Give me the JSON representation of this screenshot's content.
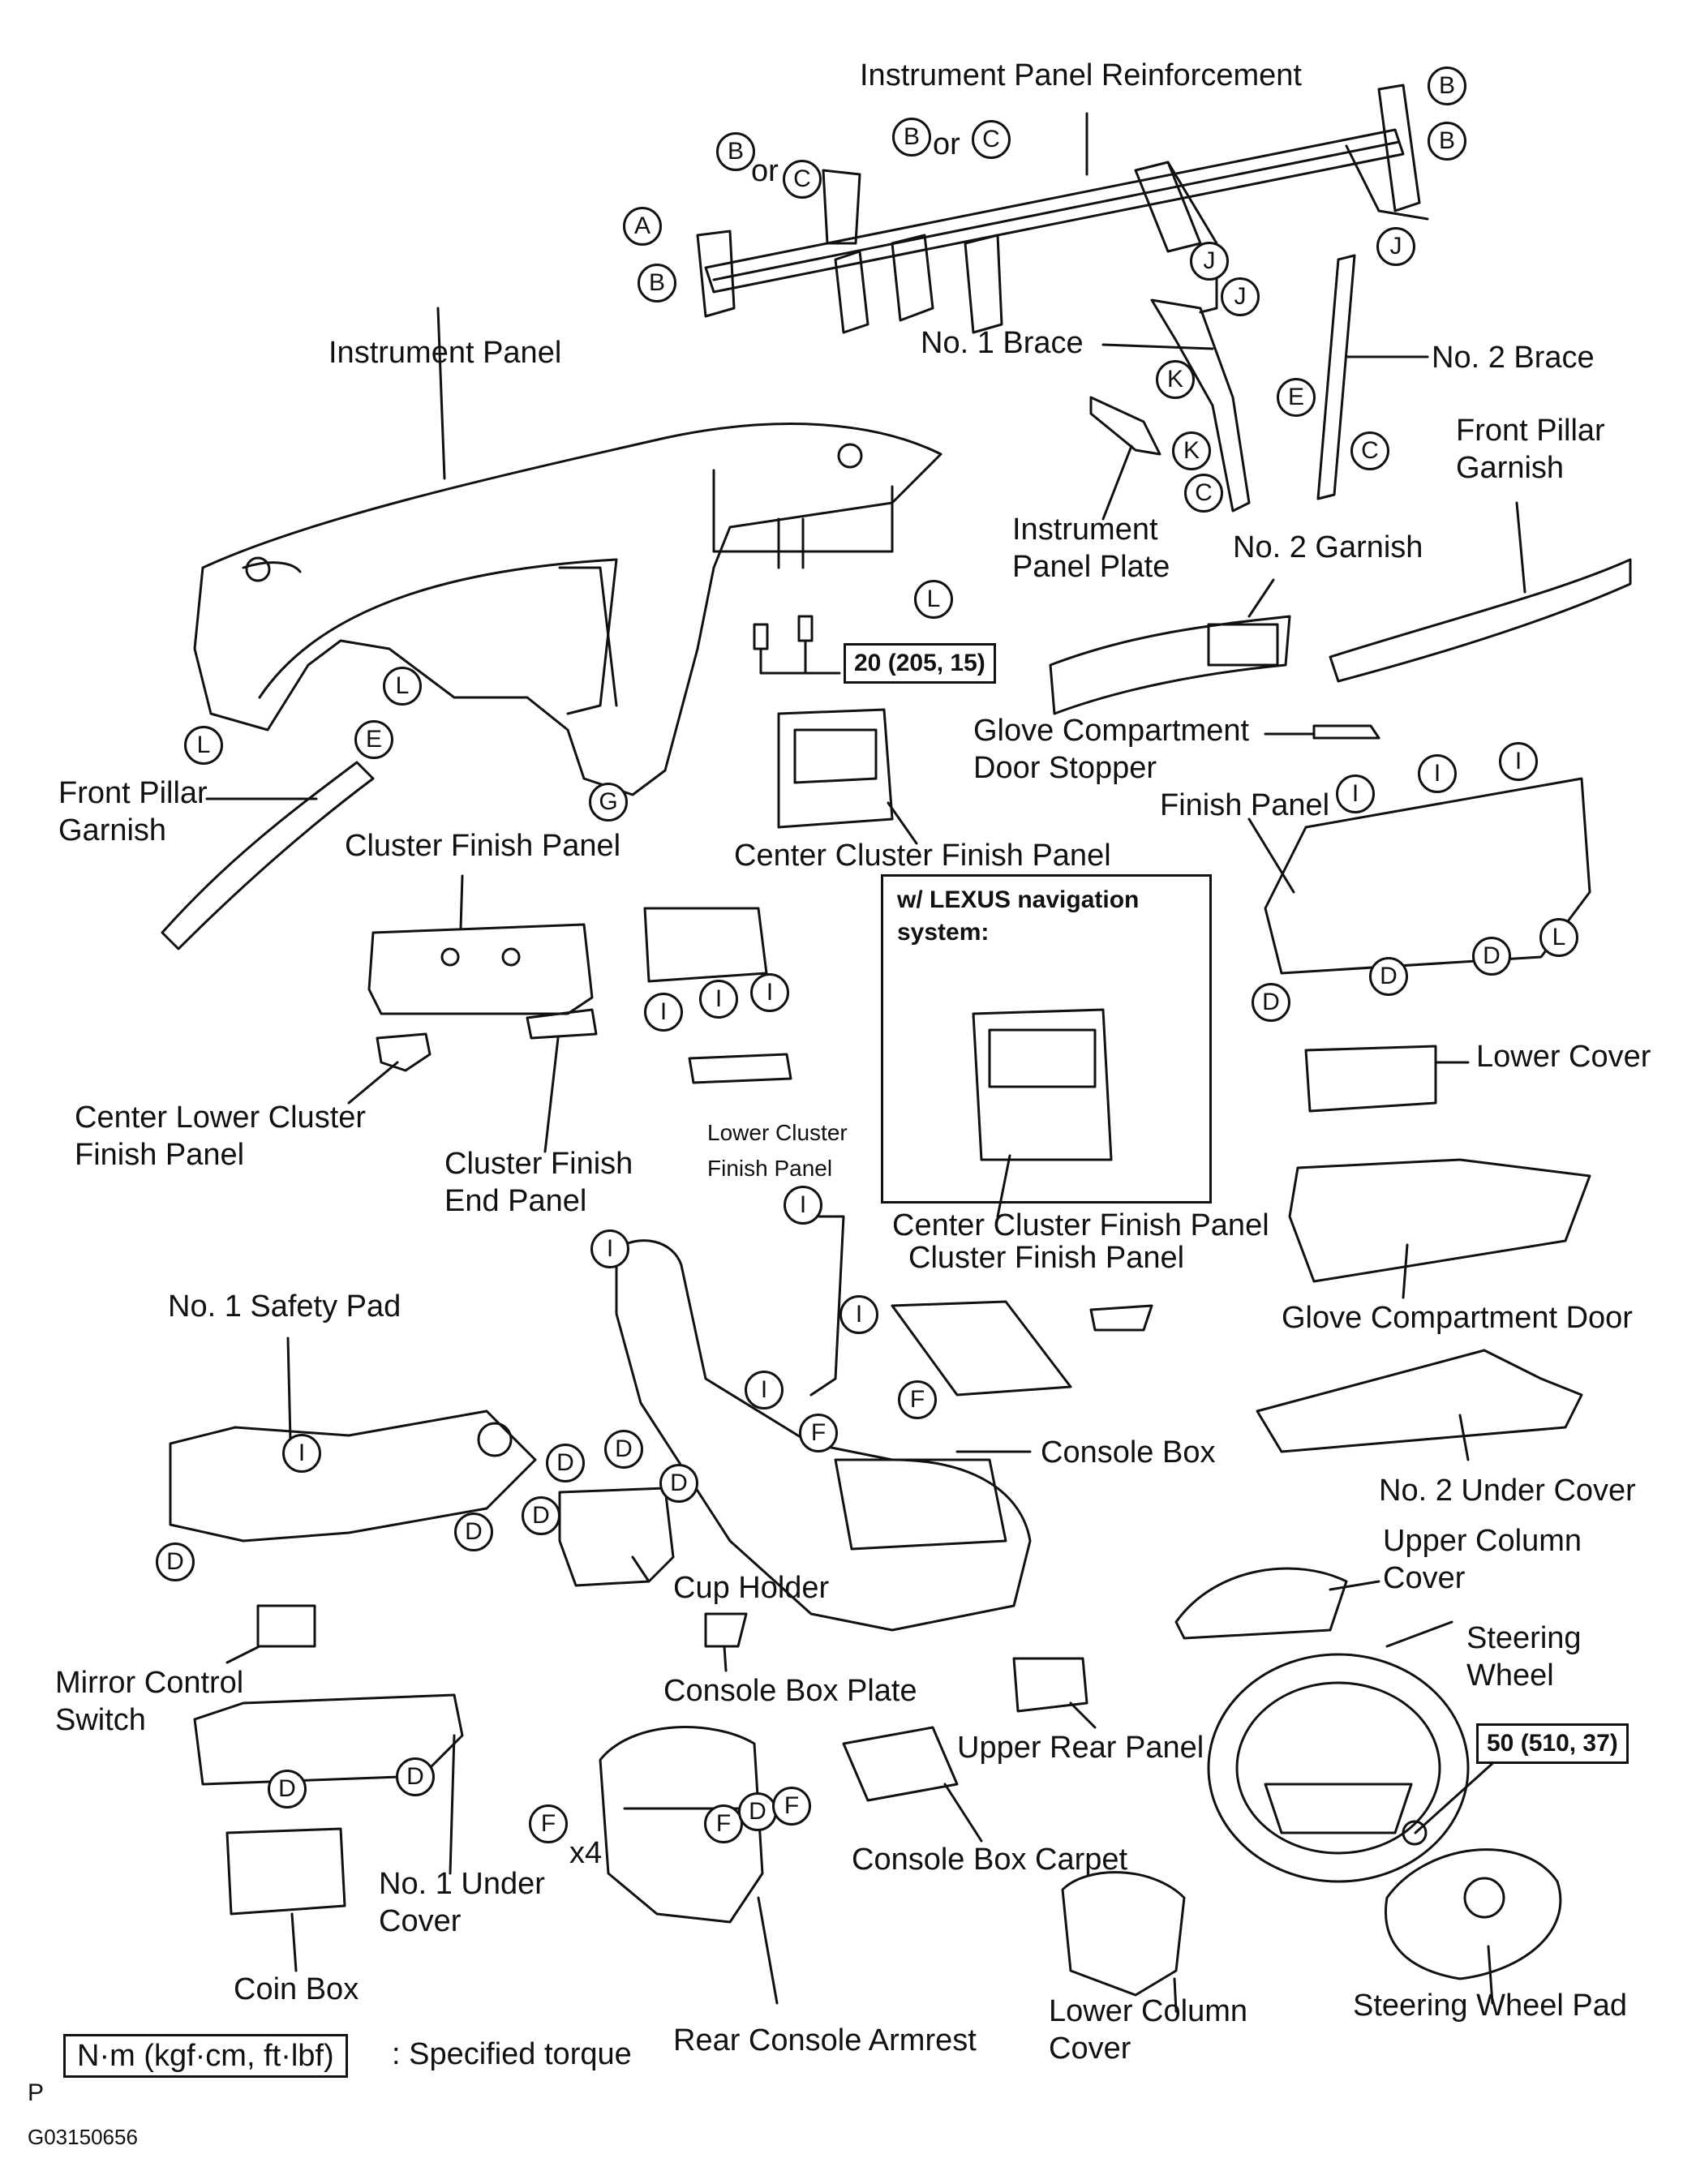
{
  "labels": {
    "ip_reinforcement": "Instrument Panel Reinforcement",
    "instrument_panel": "Instrument Panel",
    "no1_brace": "No. 1 Brace",
    "no2_brace": "No. 2 Brace",
    "front_pillar_garnish_r": "Front Pillar\nGarnish",
    "instrument_panel_plate": "Instrument\nPanel Plate",
    "no2_garnish": "No. 2 Garnish",
    "glove_door_stopper": "Glove Compartment\nDoor Stopper",
    "finish_panel": "Finish Panel",
    "front_pillar_garnish_l": "Front Pillar\nGarnish",
    "cluster_finish_panel_top": "Cluster Finish Panel",
    "center_cluster_finish_panel": "Center Cluster Finish Panel",
    "lower_cover": "Lower Cover",
    "center_lower_cluster": "Center Lower Cluster\nFinish Panel",
    "cluster_finish_end_panel": "Cluster Finish\nEnd Panel",
    "lower_cluster_finish_panel": "Lower Cluster\nFinish Panel",
    "center_cluster_finish_panel_2": "Center Cluster Finish Panel",
    "cluster_finish_panel_2": "Cluster Finish Panel",
    "glove_compartment_door": "Glove Compartment Door",
    "no1_safety_pad": "No. 1 Safety Pad",
    "console_box": "Console Box",
    "no2_under_cover": "No. 2 Under Cover",
    "upper_column_cover": "Upper Column\nCover",
    "cup_holder": "Cup Holder",
    "steering_wheel": "Steering\nWheel",
    "mirror_control_switch": "Mirror Control\nSwitch",
    "console_box_plate": "Console Box Plate",
    "upper_rear_panel": "Upper Rear Panel",
    "x4": "x4",
    "console_box_carpet": "Console Box Carpet",
    "no1_under_cover": "No. 1 Under\nCover",
    "coin_box": "Coin Box",
    "rear_console_armrest": "Rear Console Armrest",
    "lower_column_cover": "Lower Column\nCover",
    "steering_wheel_pad": "Steering Wheel Pad",
    "or": "or"
  },
  "torque_specs": {
    "t1": "20 (205, 15)",
    "t2": "50 (510, 37)"
  },
  "inset": {
    "title": "w/ LEXUS navigation system:"
  },
  "legend": {
    "unit": "N·m (kgf·cm, ft·lbf)",
    "text": ": Specified torque"
  },
  "footer": {
    "p": "P",
    "code": "G03150656"
  },
  "refs": {
    "A": "A",
    "B": "B",
    "C": "C",
    "D": "D",
    "E": "E",
    "F": "F",
    "G": "G",
    "I": "I",
    "J": "J",
    "K": "K",
    "L": "L"
  }
}
